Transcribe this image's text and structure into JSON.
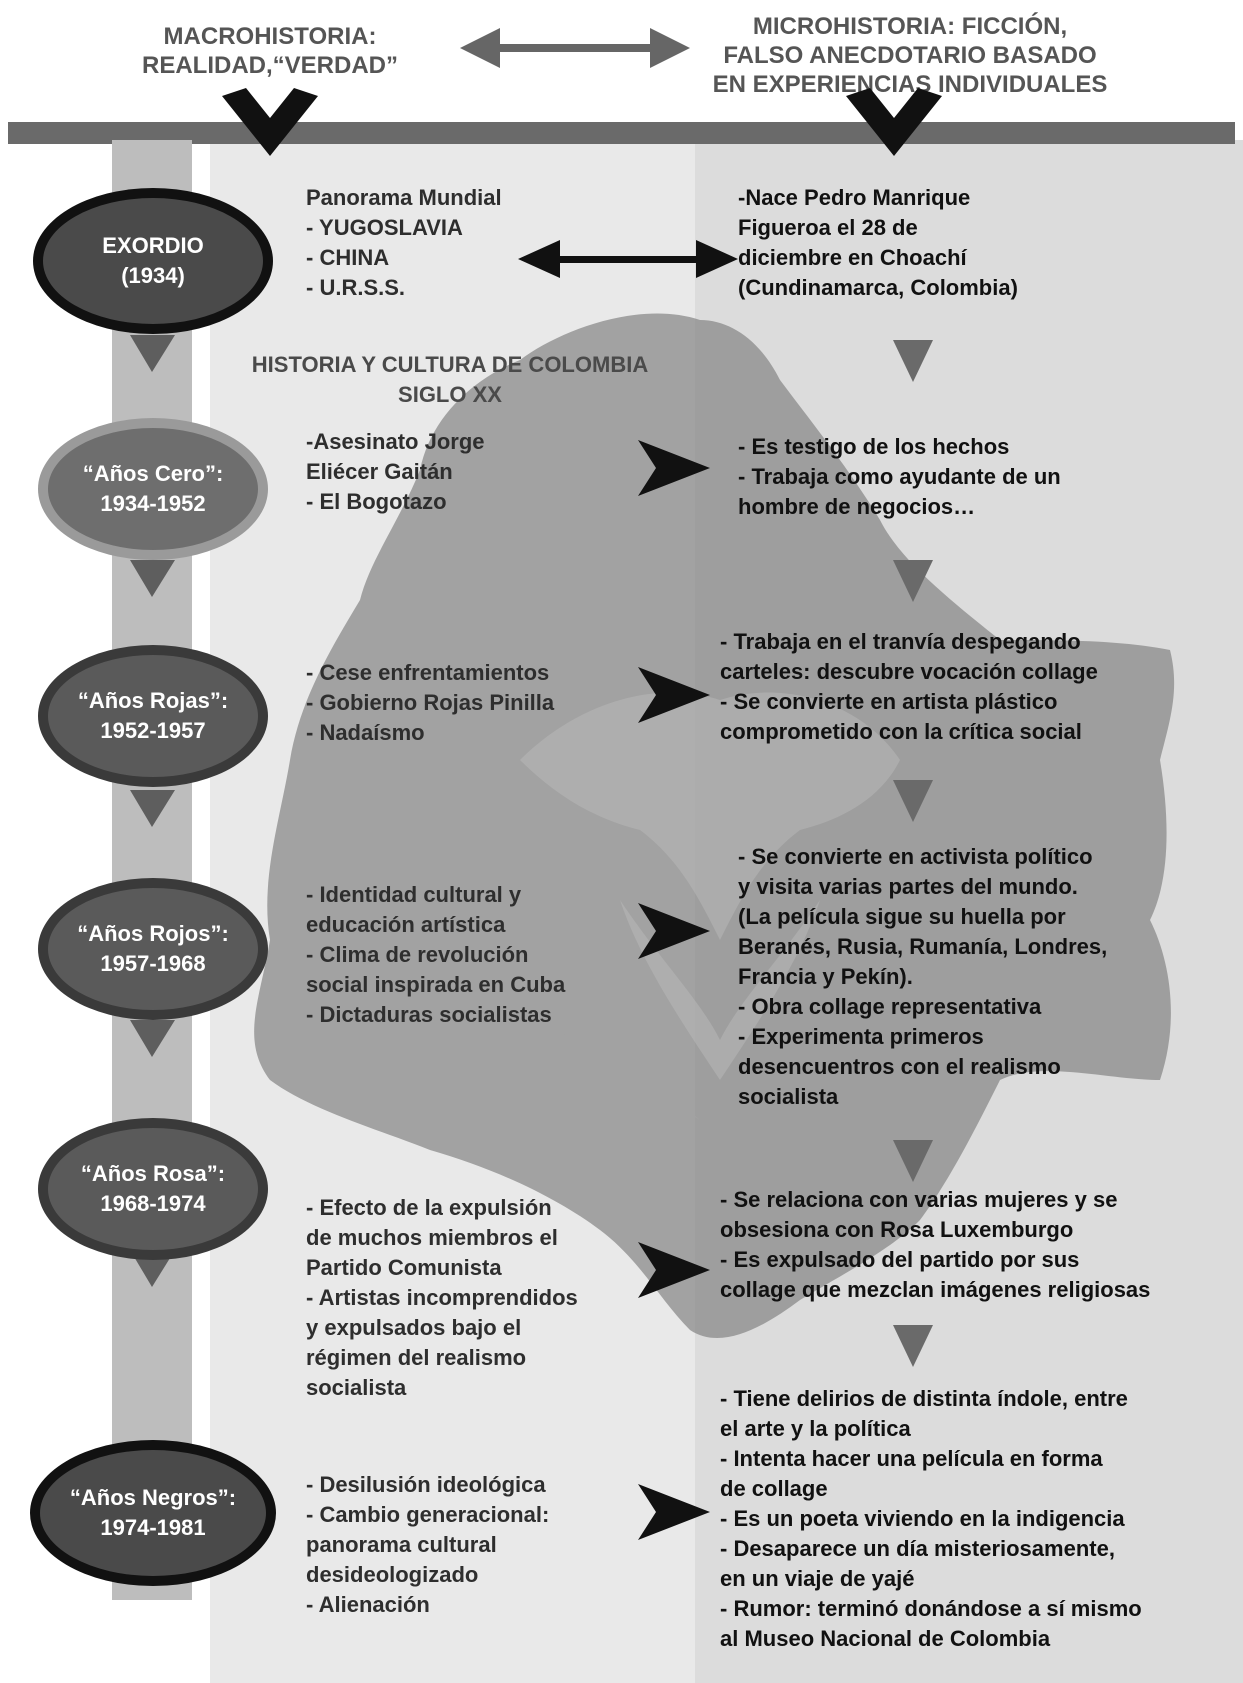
{
  "header": {
    "left_lines": [
      "MACROHISTORIA:",
      "REALIDAD,“VERDAD”"
    ],
    "right_lines": [
      "MICROHISTORIA: FICCIÓN,",
      "FALSO ANECDOTARIO BASADO",
      "EN EXPERIENCIAS INDIVIDUALES"
    ]
  },
  "center_title": [
    "HISTORIA Y CULTURA DE COLOMBIA",
    "SIGLO XX"
  ],
  "periods": [
    {
      "title": [
        "EXORDIO",
        "(1934)"
      ],
      "left": [
        "Panorama Mundial",
        "- YUGOSLAVIA",
        "- CHINA",
        "- U.R.S.S."
      ],
      "right": [
        "-Nace Pedro Manrique",
        "Figueroa el 28 de",
        "diciembre en Choachí",
        "(Cundinamarca, Colombia)"
      ]
    },
    {
      "title": [
        "“Años Cero”:",
        "1934-1952"
      ],
      "left": [
        "-Asesinato Jorge",
        "Eliécer Gaitán",
        "- El Bogotazo"
      ],
      "right": [
        "- Es testigo de los hechos",
        "- Trabaja como ayudante de un",
        "hombre de negocios…"
      ]
    },
    {
      "title": [
        "“Años Rojas”:",
        "1952-1957"
      ],
      "left": [
        "- Cese enfrentamientos",
        "- Gobierno Rojas Pinilla",
        "- Nadaísmo"
      ],
      "right": [
        "- Trabaja en el tranvía despegando",
        "carteles: descubre vocación collage",
        "- Se convierte en artista plástico",
        "comprometido con la crítica social"
      ]
    },
    {
      "title": [
        "“Años Rojos”:",
        "1957-1968"
      ],
      "left": [
        "- Identidad cultural y",
        "educación artística",
        "- Clima de revolución",
        "social inspirada en Cuba",
        "- Dictaduras socialistas"
      ],
      "right": [
        "- Se convierte en activista político",
        "y visita varias partes del mundo.",
        "(La película sigue su huella por",
        "Beranés, Rusia, Rumanía, Londres,",
        "Francia y Pekín).",
        "- Obra collage representativa",
        "- Experimenta primeros",
        "desencuentros con el realismo",
        "socialista"
      ]
    },
    {
      "title": [
        "“Años Rosa”:",
        "1968-1974"
      ],
      "left": [
        "- Efecto de la expulsión",
        "de muchos miembros el",
        "Partido Comunista",
        "- Artistas incomprendidos",
        "y expulsados bajo el",
        "régimen del realismo",
        "socialista"
      ],
      "right": [
        "- Se relaciona con varias mujeres y se",
        "obsesiona con  Rosa Luxemburgo",
        "- Es expulsado del partido por sus",
        "collage que mezclan imágenes religiosas"
      ]
    },
    {
      "title": [
        "“Años Negros”:",
        "1974-1981"
      ],
      "left": [
        "- Desilusión ideológica",
        "- Cambio generacional:",
        "panorama cultural",
        "desideologizado",
        "- Alienación"
      ],
      "right": [
        "- Tiene delirios de distinta índole, entre",
        " el arte y la política",
        "- Intenta hacer una película en forma",
        "de collage",
        "- Es un poeta viviendo en la indigencia",
        "- Desaparece un día misteriosamente,",
        "en un viaje de yajé",
        "- Rumor: terminó donándose a sí mismo",
        "al Museo Nacional de Colombia"
      ]
    }
  ],
  "colors": {
    "ellipse_fills": [
      "#4a4a4a",
      "#6e6e6e",
      "#5a5a5a",
      "#5a5a5a",
      "#5a5a5a",
      "#4a4a4a"
    ],
    "ellipse_borders": [
      "#111111",
      "#9a9a9a",
      "#3a3a3a",
      "#3a3a3a",
      "#3a3a3a",
      "#111111"
    ]
  }
}
